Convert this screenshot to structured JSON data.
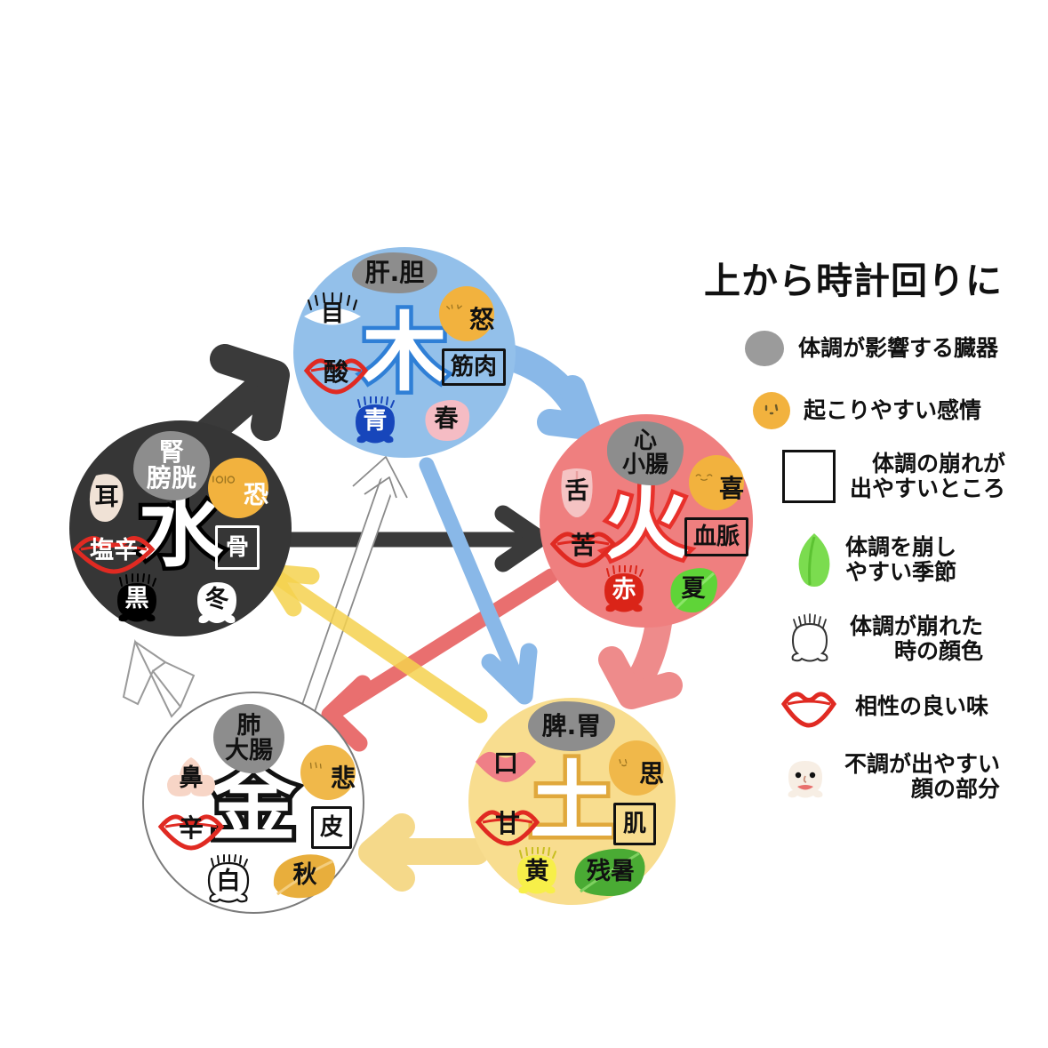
{
  "title": "上から時計回りに",
  "legend": {
    "items": [
      {
        "icon": "gray-organ-blob-icon",
        "label": "体調が影響する臓器"
      },
      {
        "icon": "orange-emotion-face-icon",
        "label": "起こりやすい感情"
      },
      {
        "icon": "empty-square-box-icon",
        "label": "体調の崩れが\n出やすいところ"
      },
      {
        "icon": "green-leaf-icon",
        "label": "体調を崩し\nやすい季節"
      },
      {
        "icon": "outline-head-icon",
        "label": "体調が崩れた\n時の顔色"
      },
      {
        "icon": "red-lips-icon",
        "label": "相性の良い味"
      },
      {
        "icon": "face-part-head-icon",
        "label": "不調が出やすい\n顔の部分"
      }
    ]
  },
  "elements": [
    {
      "id": "wood",
      "name": "木",
      "color": "#93c0ea",
      "stroke": "#2f7fd6",
      "organ": "肝.胆",
      "face_part": "目",
      "emotion": "怒",
      "weak_spot": "筋肉",
      "taste": "酸",
      "face_color": "青",
      "season": "春",
      "season_icon": "pink-leaf-icon",
      "face_color_icon": "blue-head-icon",
      "face_part_icon": "eye-icon"
    },
    {
      "id": "fire",
      "name": "火",
      "color": "#ef7f7f",
      "stroke": "#e8312b",
      "organ": "心\n小腸",
      "face_part": "舌",
      "emotion": "喜",
      "weak_spot": "血脈",
      "taste": "苦",
      "face_color": "赤",
      "season": "夏",
      "season_icon": "green-leaf-icon",
      "face_color_icon": "red-head-icon",
      "face_part_icon": "tongue-icon"
    },
    {
      "id": "earth",
      "name": "土",
      "color": "#f8dd8f",
      "stroke": "#e0a83c",
      "organ": "脾.胃",
      "face_part": "口",
      "emotion": "思",
      "weak_spot": "肌",
      "taste": "甘",
      "face_color": "黄",
      "season": "残暑",
      "season_icon": "green-leaf-icon",
      "face_color_icon": "yellow-head-icon",
      "face_part_icon": "mouth-icon"
    },
    {
      "id": "metal",
      "name": "金",
      "color": "#ffffff",
      "stroke": "#111111",
      "organ": "肺\n大腸",
      "face_part": "鼻",
      "emotion": "悲",
      "weak_spot": "皮",
      "taste": "辛",
      "face_color": "白",
      "season": "秋",
      "season_icon": "gold-leaf-icon",
      "face_color_icon": "white-head-icon",
      "face_part_icon": "nose-icon"
    },
    {
      "id": "water",
      "name": "水",
      "color": "#363636",
      "stroke": "#000000",
      "organ": "腎\n膀胱",
      "face_part": "耳",
      "emotion": "恐",
      "weak_spot": "骨",
      "taste": "塩辛",
      "face_color": "黒",
      "season": "冬",
      "season_icon": "white-leaf-icon",
      "face_color_icon": "black-head-icon",
      "face_part_icon": "ear-icon"
    }
  ],
  "arrows": {
    "generating": [
      {
        "from": "water",
        "to": "wood",
        "color": "#3a3a3a"
      },
      {
        "from": "wood",
        "to": "fire",
        "color": "#89b8e8"
      },
      {
        "from": "fire",
        "to": "earth",
        "color": "#ee8b8b"
      },
      {
        "from": "earth",
        "to": "metal",
        "color": "#f5d98a"
      },
      {
        "from": "metal",
        "to": "water",
        "color": "#ffffff"
      }
    ],
    "controlling": [
      {
        "from": "water",
        "to": "fire",
        "color": "#3a3a3a"
      },
      {
        "from": "fire",
        "to": "metal",
        "color": "#e96f6f"
      },
      {
        "from": "metal",
        "to": "wood",
        "color": "#ffffff"
      },
      {
        "from": "wood",
        "to": "earth",
        "color": "#89b8e8"
      },
      {
        "from": "earth",
        "to": "water",
        "color": "#f5d24f"
      }
    ]
  }
}
